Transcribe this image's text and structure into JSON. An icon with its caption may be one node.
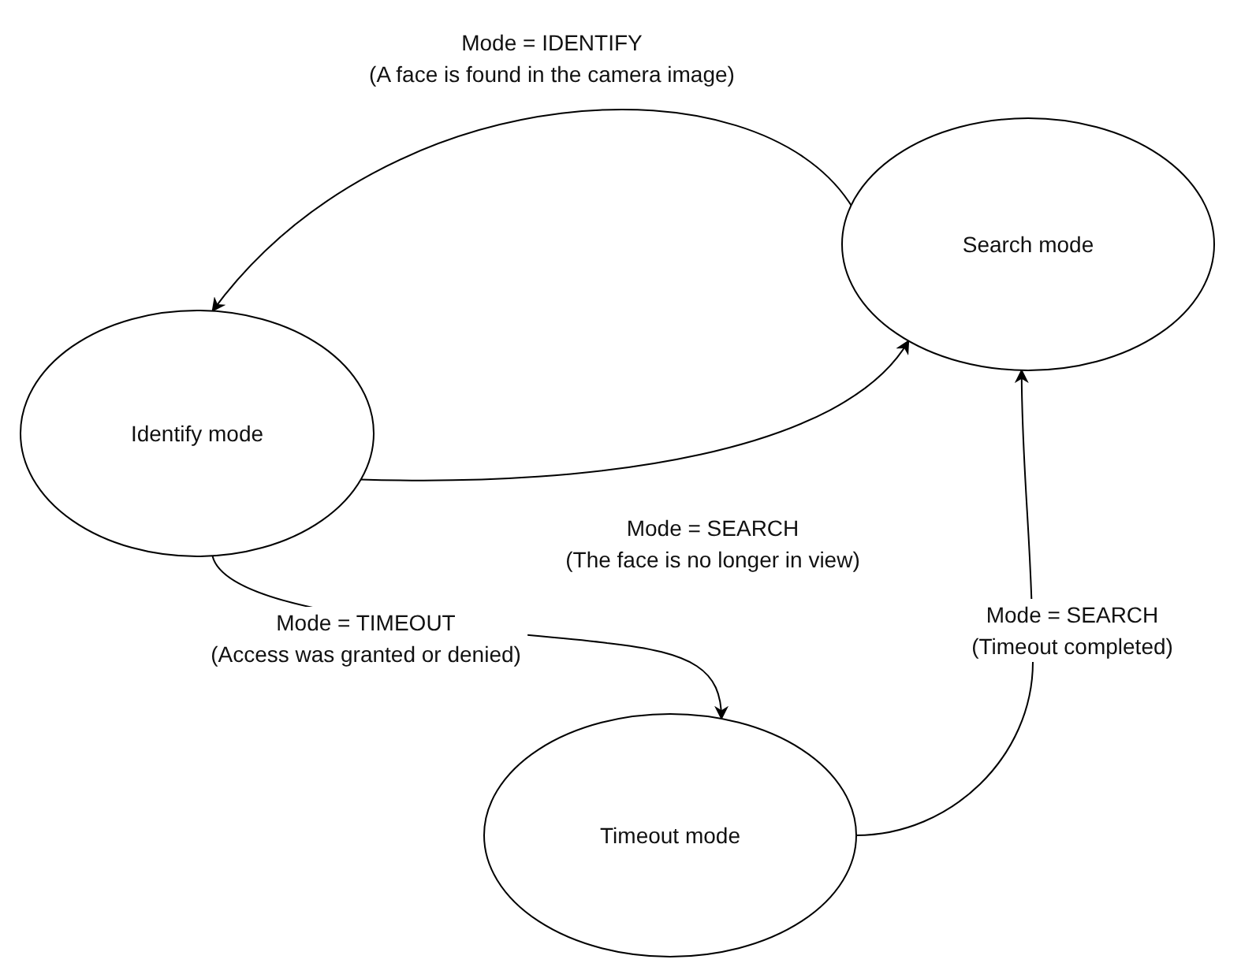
{
  "diagram": {
    "nodes": [
      {
        "text": [
          "Search mode"
        ]
      },
      {
        "text": [
          "Identify mode"
        ]
      },
      {
        "text": [
          "Timeout mode"
        ]
      }
    ],
    "edges": [
      {
        "from": 0,
        "to": 1,
        "arrow": "to",
        "label": "Mode = IDENTIFY (A face is found in the camera image)"
      },
      {
        "from": 1,
        "to": 0,
        "arrow": "to",
        "label": "Mode = SEARCH (The face is no longer in view)"
      },
      {
        "from": 1,
        "to": 2,
        "arrow": "to",
        "label": "Mode = TIMEOUT (Access was granted or denied)"
      },
      {
        "from": 2,
        "to": 0,
        "arrow": "to",
        "label": "Mode = SEARCH (Timeout completed)"
      }
    ]
  }
}
